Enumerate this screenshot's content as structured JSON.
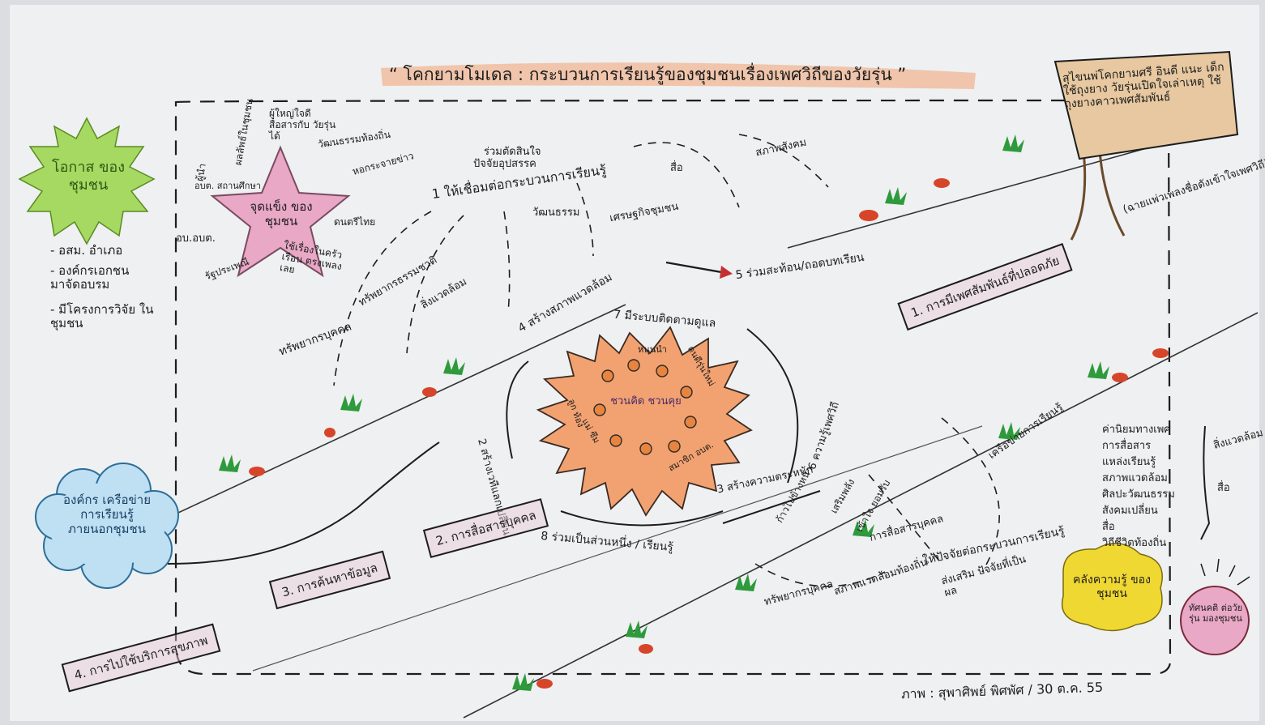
{
  "title": "“ โคกยามโมเดล : กระบวนการเรียนรู้ของชุมชนเรื่องเพศวิถีของวัยรุ่น ”",
  "sign": {
    "text": "สุไขนพ่โคกยามศรี อินดี แนะ เด็กใช้ถุงยาง วัยรุ่นเปิดใจเล่าเหตุ ใช้ถุงยางคาวเพศสัมพันธ์",
    "tree_label": "(ฉายแพ่วเพลงชื่อดังเข้าใจเพศวิถี)"
  },
  "opportunity": {
    "label": "โอกาส ของชุมชน",
    "items": [
      "- อสม. อำเภอ",
      "- องค์กรเอกชน มาจัดอบรม",
      "- มีโครงการวิจัย ในชุมชน"
    ]
  },
  "strength_star": {
    "label": "จุดแข็ง ของชุมชน",
    "around": [
      "ผู้นำ",
      "ผลลัพธ์ในชุมชน",
      "ผู้ใหญ่ใจดี สื่อสารกับ วัยรุ่นได้",
      "วัฒนธรรมท้องถิ่น",
      "หอกระจายข่าว",
      "ดนตรีไทย",
      "อบต. สถานศึกษา",
      "ใช้เรื่องในครัวเรือน ตรงเพลงเลย",
      "รัฐประเพณี",
      "อบ.อบต."
    ]
  },
  "network": {
    "label": "องค์กร เครือข่าย การเรียนรู้ ภายนอกชุมชน"
  },
  "community_wealth": {
    "label": "คลังความรู้ ของชุมชน"
  },
  "outcome_ball": {
    "label": "ทัศนคติ ต่อวัยรุ่น มองชุมชน"
  },
  "core": {
    "center": "ชวนคิด ชวนคุย",
    "ring_labels": [
      "หนุนนำ",
      "คนดีรุ่นใหม่",
      "ลูก ท้อง",
      "แม่ ซึม",
      "สมาชิก อบต."
    ]
  },
  "process_steps": [
    "1 ให้เชื่อมต่อกระบวนการเรียนรู้",
    "2 สร้างเวทีแลกเปลี่ยน",
    "3 สร้างความตระหนัก",
    "4 สร้างสภาพแวดล้อม",
    "5 ร่วมสะท้อน/ถอดบทเรียน",
    "6 ความรู้เพศวิถี",
    "7 มีระบบติดตามดูแล",
    "8 ร่วมเป็นส่วนหนึ่ง / เรียนรู้"
  ],
  "stair_boxes": [
    "1. การมีเพศสัมพันธ์ที่ปลอดภัย",
    "2. การสื่อสารบุคคล",
    "3. การค้นหาข้อมูล",
    "4. การไปใช้บริการสุขภาพ"
  ],
  "floating_labels": [
    "ร่วมตัดสินใจ",
    "ปัจจัยอุปสรรค",
    "ทรัพยากรธรรมชาติ",
    "สิ่งแวดล้อม",
    "วัฒนธรรม",
    "เศรษฐกิจชุมชน",
    "สื่อ",
    "สภาพสังคม",
    "ทรัพยากรบุคคล",
    "การสื่อสารบุคคล",
    "เครือข่ายการเรียนรู้",
    "ส่งเสริม ปัจจัยที่เป็นผล",
    "ให้ปัจจัยต่อกระบวนการเรียนรู้",
    "ทรัพยากรบุคคล",
    "สภาพแวดล้อมท้องถิ่น",
    "ก้าวไปข้างหน้า",
    "เสริมพลัง",
    "เข้าใจ ยอมรับ"
  ],
  "right_list": {
    "items": [
      "ค่านิยมทางเพศ",
      "การสื่อสาร",
      "แหล่งเรียนรู้",
      "สภาพแวดล้อม",
      "ศิลปะวัฒนธรรม",
      "สังคมเปลี่ยน",
      "สื่อ",
      "วิถีชีวิตท้องถิ่น"
    ],
    "brace_labels": [
      "สิ่งแวดล้อม",
      "สื่อ"
    ]
  },
  "credit": "ภาพ : สุพาศิพย์ พิศพัศ / 30 ต.ค. 55",
  "colors": {
    "paper": "#eef0f1",
    "ink": "#1d1d1d",
    "orange": "#f2a271",
    "green_blob": "#a6d961",
    "pink": "#e8a8c6",
    "blue_cloud": "#bfe0f2",
    "yellow_blob": "#f0d832",
    "grass": "#2e9a3c",
    "seed": "#d6452a"
  }
}
